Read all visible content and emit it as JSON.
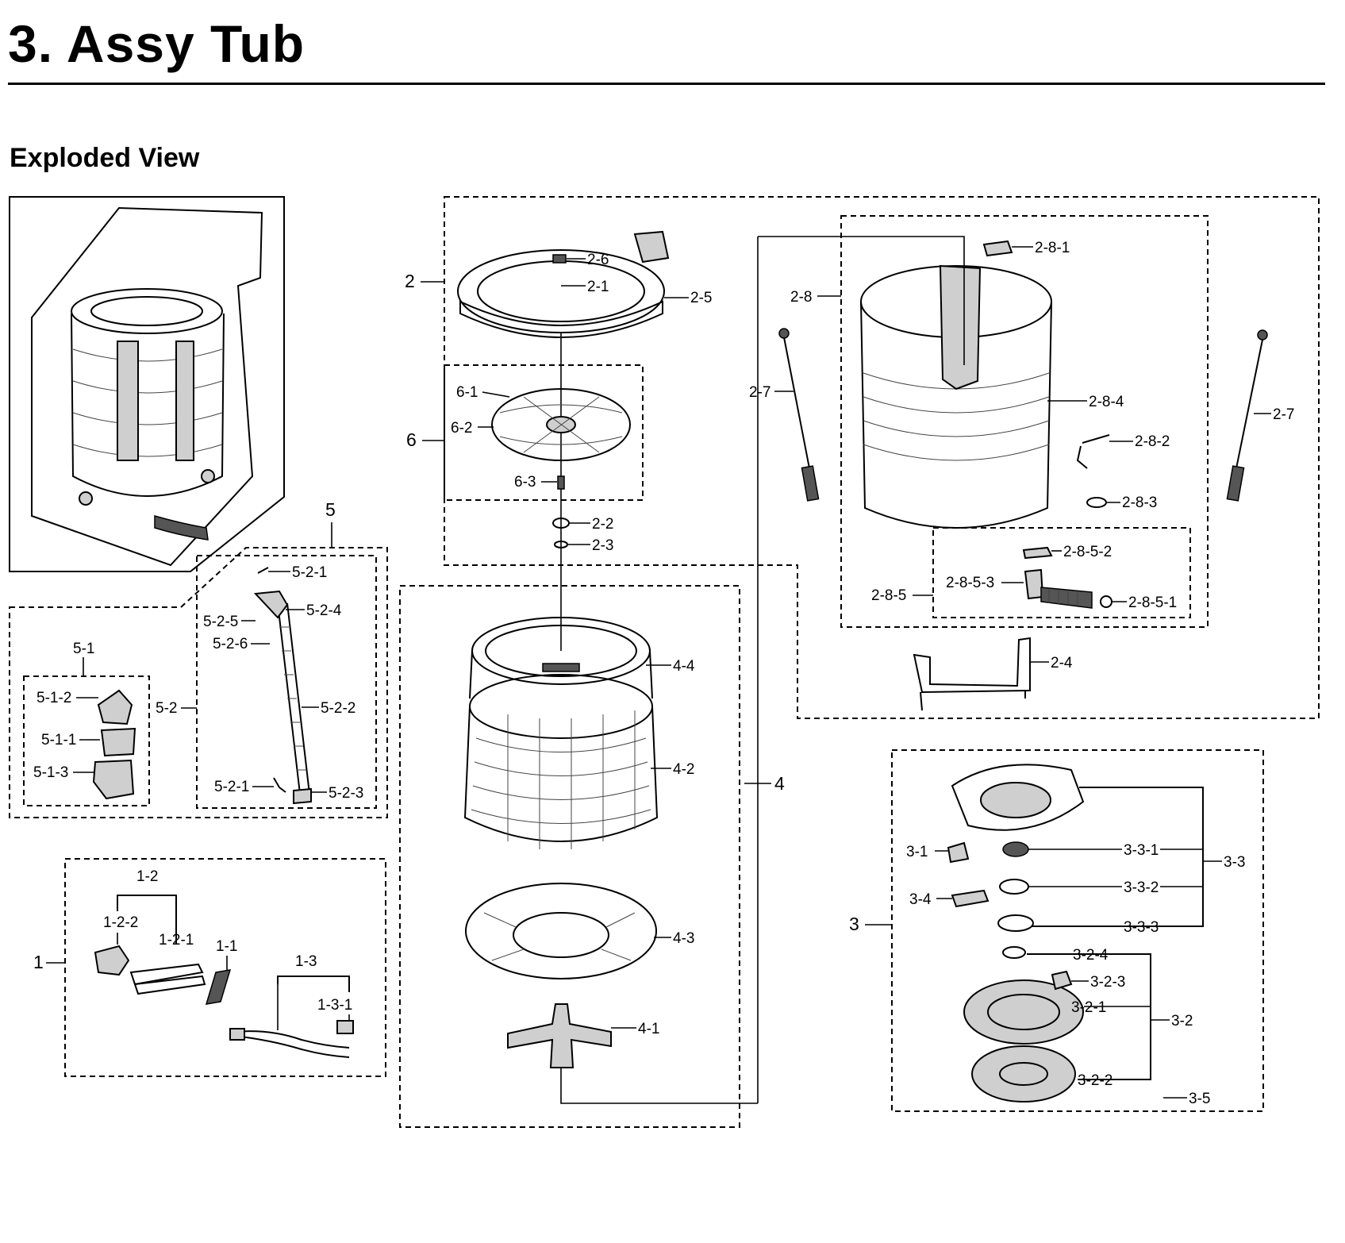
{
  "page": {
    "title": "3.  Assy Tub",
    "section": "Exploded View"
  },
  "labels": {
    "l_2": "2",
    "l_2_6": "2-6",
    "l_2_1": "2-1",
    "l_2_5": "2-5",
    "l_6": "6",
    "l_6_1": "6-1",
    "l_6_2": "6-2",
    "l_6_3": "6-3",
    "l_2_2": "2-2",
    "l_2_3": "2-3",
    "l_4_4": "4-4",
    "l_4_2": "4-2",
    "l_4": "4",
    "l_4_3": "4-3",
    "l_4_1": "4-1",
    "l_2_8_1": "2-8-1",
    "l_2_8": "2-8",
    "l_2_7a": "2-7",
    "l_2_7b": "2-7",
    "l_2_8_4": "2-8-4",
    "l_2_8_2": "2-8-2",
    "l_2_8_3": "2-8-3",
    "l_2_8_5_2": "2-8-5-2",
    "l_2_8_5": "2-8-5",
    "l_2_8_5_3": "2-8-5-3",
    "l_2_8_5_1": "2-8-5-1",
    "l_2_4": "2-4",
    "l_5": "5",
    "l_5_1": "5-1",
    "l_5_1_2": "5-1-2",
    "l_5_1_1": "5-1-1",
    "l_5_1_3": "5-1-3",
    "l_5_2": "5-2",
    "l_5_2_1a": "5-2-1",
    "l_5_2_5": "5-2-5",
    "l_5_2_4": "5-2-4",
    "l_5_2_6": "5-2-6",
    "l_5_2_2": "5-2-2",
    "l_5_2_1b": "5-2-1",
    "l_5_2_3": "5-2-3",
    "l_1": "1",
    "l_1_2": "1-2",
    "l_1_2_2": "1-2-2",
    "l_1_2_1": "1-2-1",
    "l_1_1": "1-1",
    "l_1_3": "1-3",
    "l_1_3_1": "1-3-1",
    "l_3": "3",
    "l_3_1": "3-1",
    "l_3_4": "3-4",
    "l_3_3_1": "3-3-1",
    "l_3_3_2": "3-3-2",
    "l_3_3_3": "3-3-3",
    "l_3_3": "3-3",
    "l_3_2_4": "3-2-4",
    "l_3_2_3": "3-2-3",
    "l_3_2_1": "3-2-1",
    "l_3_2": "3-2",
    "l_3_2_2": "3-2-2",
    "l_3_5": "3-5"
  },
  "colors": {
    "line": "#000000",
    "part_fill": "#cfcfcf",
    "part_dark": "#555555",
    "background": "#ffffff"
  },
  "icons": {
    "overview": "assembled-tub-icon",
    "tub_cover": "tub-cover-ring-icon",
    "pulsator": "pulsator-disc-icon",
    "inner_tub": "inner-basket-icon",
    "outer_tub": "outer-tub-icon",
    "motor": "motor-stator-rotor-icon"
  }
}
